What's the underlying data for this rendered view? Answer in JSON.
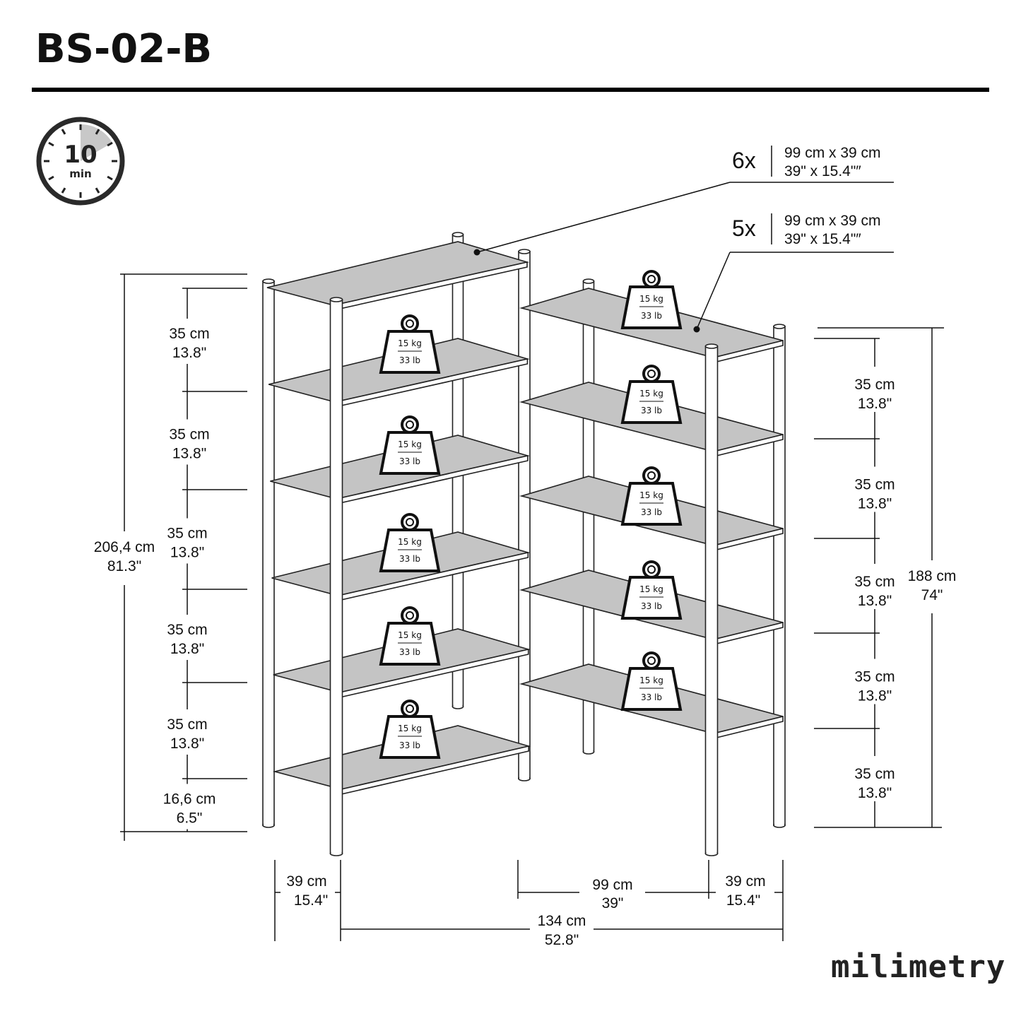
{
  "header": {
    "title": "BS-02-B"
  },
  "assembly_time": {
    "icon": "stopwatch-icon",
    "value": "10",
    "unit": "min"
  },
  "parts": [
    {
      "quantity": "6x",
      "size_metric": "99 cm x 39 cm",
      "size_imperial": "39\" x 15.4\"″"
    },
    {
      "quantity": "5x",
      "size_metric": "99 cm x 39 cm",
      "size_imperial": "39\" x 15.4\"″"
    }
  ],
  "load_capacity": {
    "icon": "weight-icon",
    "metric": "15 kg",
    "imperial": "33 lb"
  },
  "left_unit": {
    "total_height": {
      "metric": "206,4 cm",
      "imperial": "81.3\""
    },
    "shelf_spacings": [
      {
        "metric": "35 cm",
        "imperial": "13.8\""
      },
      {
        "metric": "35 cm",
        "imperial": "13.8\""
      },
      {
        "metric": "35 cm",
        "imperial": "13.8\""
      },
      {
        "metric": "35 cm",
        "imperial": "13.8\""
      },
      {
        "metric": "35 cm",
        "imperial": "13.8\""
      },
      {
        "metric": "16,6 cm",
        "imperial": "6.5\""
      }
    ],
    "shelf_count": 6,
    "depth": {
      "metric": "39 cm",
      "imperial": "15.4\""
    }
  },
  "right_unit": {
    "total_height": {
      "metric": "188 cm",
      "imperial": "74\""
    },
    "shelf_spacings": [
      {
        "metric": "35 cm",
        "imperial": "13.8\""
      },
      {
        "metric": "35 cm",
        "imperial": "13.8\""
      },
      {
        "metric": "35 cm",
        "imperial": "13.8\""
      },
      {
        "metric": "35 cm",
        "imperial": "13.8\""
      },
      {
        "metric": "35 cm",
        "imperial": "13.8\""
      }
    ],
    "shelf_count": 5,
    "width": {
      "metric": "99 cm",
      "imperial": "39\""
    },
    "depth": {
      "metric": "39 cm",
      "imperial": "15.4\""
    }
  },
  "overall_width": {
    "metric": "134 cm",
    "imperial": "52.8\""
  },
  "brand": {
    "name": "milimetry"
  },
  "colors": {
    "shelf_fill": "#c4c4c4",
    "line": "#222222",
    "timer_highlight": "#c8c8c8"
  }
}
